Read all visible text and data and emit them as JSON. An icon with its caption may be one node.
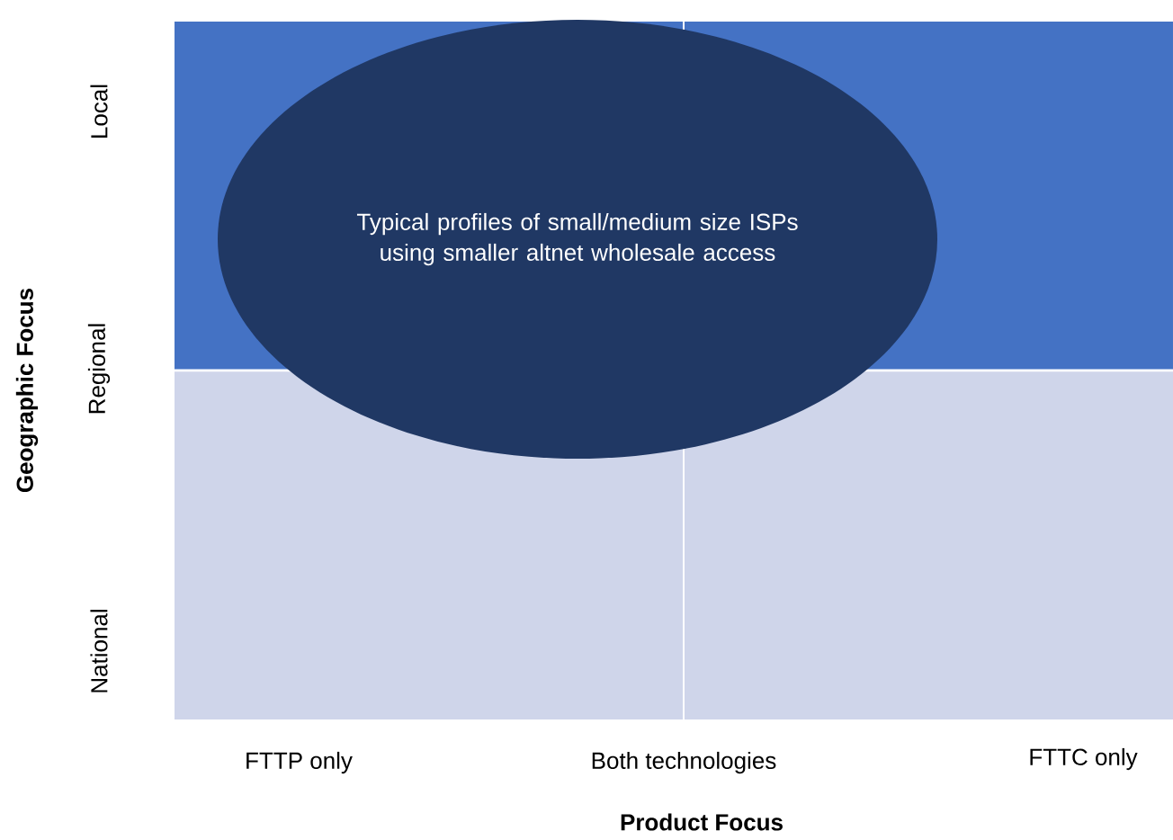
{
  "diagram": {
    "nodes": [
      {
        "text": [
          "Typical profiles of small/medium size ISPs using smaller altnet wholesale access"
        ]
      }
    ],
    "labels": [
      "Local",
      "Regional",
      "National",
      "Geographic Focus",
      "FTTP only",
      "Both technologies",
      "FTTC only",
      "Product Focus"
    ]
  }
}
